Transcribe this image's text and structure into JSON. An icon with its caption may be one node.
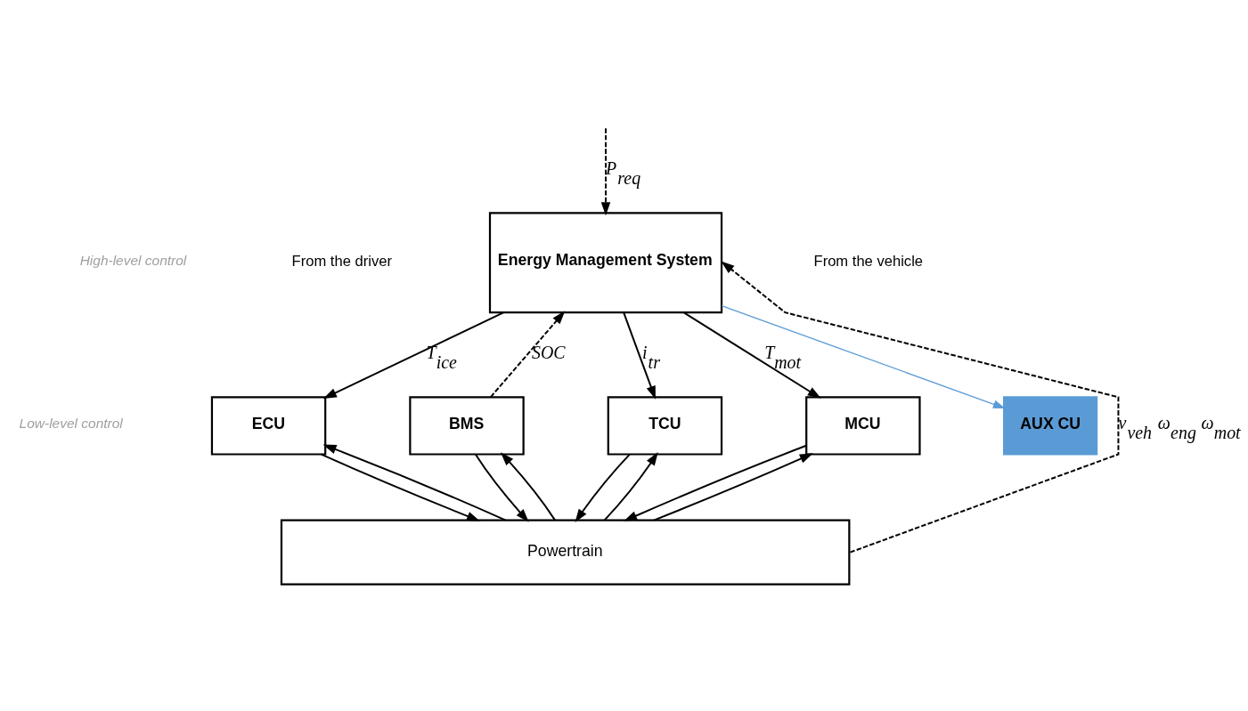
{
  "diagram": {
    "nodes": [
      {
        "text": [
          "Energy Management System"
        ]
      },
      {
        "text": [
          "ECU"
        ]
      },
      {
        "text": [
          "BMS"
        ]
      },
      {
        "text": [
          "TCU"
        ]
      },
      {
        "text": [
          "MCU"
        ]
      },
      {
        "text": [
          "AUX CU"
        ]
      },
      {
        "text": [
          "Powertrain"
        ]
      }
    ],
    "edges": [
      {
        "from": null,
        "to": 0,
        "arrow": "to",
        "style": "dashed",
        "label": "P$_{req}$"
      },
      {
        "from": 6,
        "to": 0,
        "arrow": "to",
        "style": "dashed",
        "label": "v$_{veh}$ ω$_{eng}$ ω$_{mot}$"
      },
      {
        "from": 0,
        "to": 1,
        "arrow": "to",
        "label": "T$_{ice}$"
      },
      {
        "from": 2,
        "to": 0,
        "arrow": "to",
        "style": "dashed",
        "label": "SOC"
      },
      {
        "from": 0,
        "to": 3,
        "arrow": "to",
        "label": "i$_{tr}$"
      },
      {
        "from": 0,
        "to": 4,
        "arrow": "to",
        "label": "T$_{mot}$"
      },
      {
        "from": 0,
        "to": 5,
        "arrow": "to",
        "color": "#5b9bd5"
      },
      {
        "from": 1,
        "to": 6,
        "arrow": "to"
      },
      {
        "from": 6,
        "to": 1,
        "arrow": "to"
      },
      {
        "from": 2,
        "to": 6,
        "arrow": "to"
      },
      {
        "from": 6,
        "to": 2,
        "arrow": "to"
      },
      {
        "from": 3,
        "to": 6,
        "arrow": "to"
      },
      {
        "from": 6,
        "to": 3,
        "arrow": "to"
      },
      {
        "from": 4,
        "to": 6,
        "arrow": "to"
      },
      {
        "from": 6,
        "to": 4,
        "arrow": "to"
      }
    ],
    "labels": [
      "From the driver",
      "From the vehicle",
      "High-level control",
      "Low-level control"
    ]
  }
}
